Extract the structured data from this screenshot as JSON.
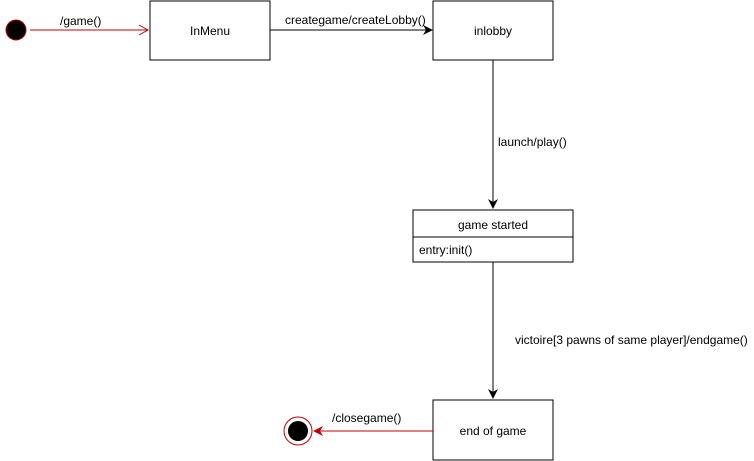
{
  "diagram": {
    "colors": {
      "stroke": "#000000",
      "initial_fill": "#000000",
      "initial_border": "#c00000",
      "transition_highlight": "#c00000",
      "background": "#ffffff"
    },
    "states": {
      "in_menu": {
        "label": "InMenu"
      },
      "in_lobby": {
        "label": "inlobby"
      },
      "game_started": {
        "label": "game started",
        "entry": "entry:init()"
      },
      "end_of_game": {
        "label": "end of game"
      }
    },
    "transitions": {
      "start_to_menu": {
        "label": "/game()"
      },
      "menu_to_lobby": {
        "label": "creategame/createLobby()"
      },
      "lobby_to_started": {
        "label": "launch/play()"
      },
      "started_to_end": {
        "label": "victoire[3 pawns of same player]/endgame()"
      },
      "end_to_final": {
        "label": "/closegame()"
      }
    }
  }
}
